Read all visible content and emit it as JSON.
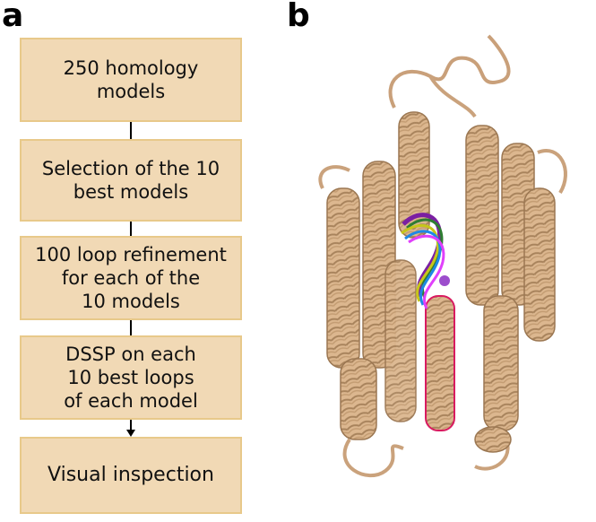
{
  "panel_a": {
    "letter": "a",
    "steps": [
      "250 homology\nmodels",
      "Selection of the 10\nbest models",
      "100 loop refinement\nfor each of the\n10 models",
      "DSSP on each\n10 best loops\nof each model",
      "Visual inspection"
    ]
  },
  "panel_b": {
    "letter": "b",
    "image": "protein-cartoon-structure",
    "colors": {
      "helix": "#d9b48c",
      "helix_shadow": "#b08a62",
      "loop_ensemble": [
        "#7b1fa2",
        "#2e7d32",
        "#c6c61a",
        "#1e88e5",
        "#e040fb"
      ],
      "highlight_helix": "#d81b60"
    }
  },
  "colors": {
    "box_fill": "#f1d9b5",
    "box_border": "#e8c98a"
  }
}
